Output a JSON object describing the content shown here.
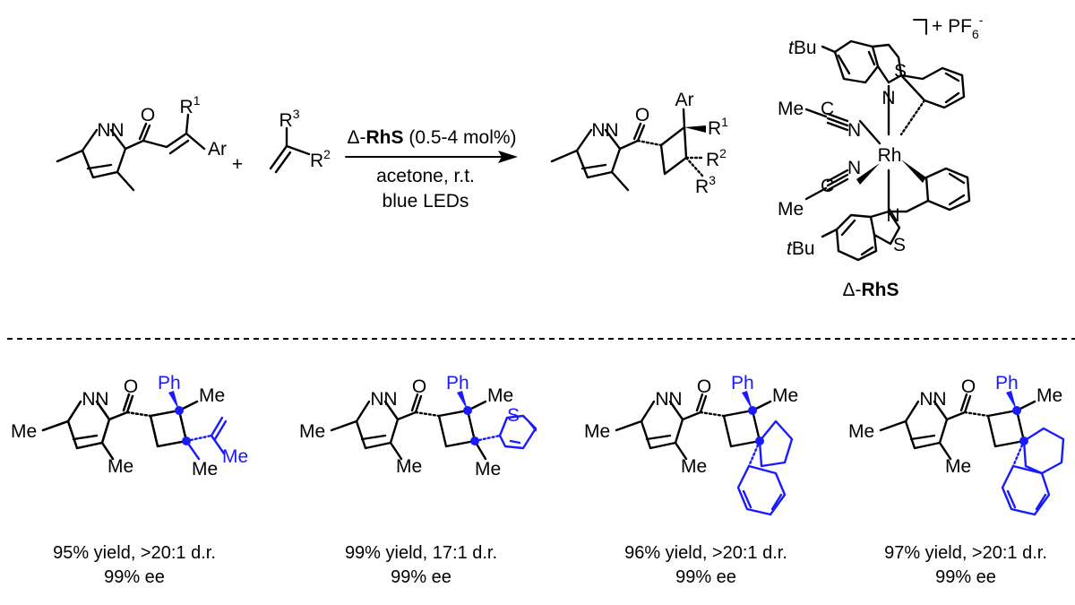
{
  "colors": {
    "bond": "#000000",
    "highlight": "#1a1aff"
  },
  "atoms": {
    "N": "N",
    "O": "O",
    "S": "S",
    "Rh": "Rh",
    "Ar": "Ar",
    "R": "R",
    "one": "1",
    "two": "2",
    "three": "3",
    "Ph": "Ph",
    "Me": "Me",
    "tBu_t": "t",
    "tBu_rest": "Bu",
    "C": "C",
    "charge": "+ PF",
    "six": "6",
    "minus": "-",
    "plus": "+"
  },
  "reaction": {
    "catalyst_prefix": "Δ-",
    "catalyst_name": "RhS",
    "catalyst_loading": " (0.5-4 mol%)",
    "solvent": "acetone, r.t.",
    "light": "blue LEDs"
  },
  "catalyst_label": {
    "prefix": "Δ-",
    "name": "RhS"
  },
  "examples": [
    {
      "yield_dr": "95% yield, >20:1 d.r.",
      "ee": "99% ee"
    },
    {
      "yield_dr": "99% yield, 17:1 d.r.",
      "ee": "99% ee"
    },
    {
      "yield_dr": "96% yield, >20:1 d.r.",
      "ee": "99% ee"
    },
    {
      "yield_dr": "97% yield, >20:1 d.r.",
      "ee": "99% ee"
    }
  ]
}
